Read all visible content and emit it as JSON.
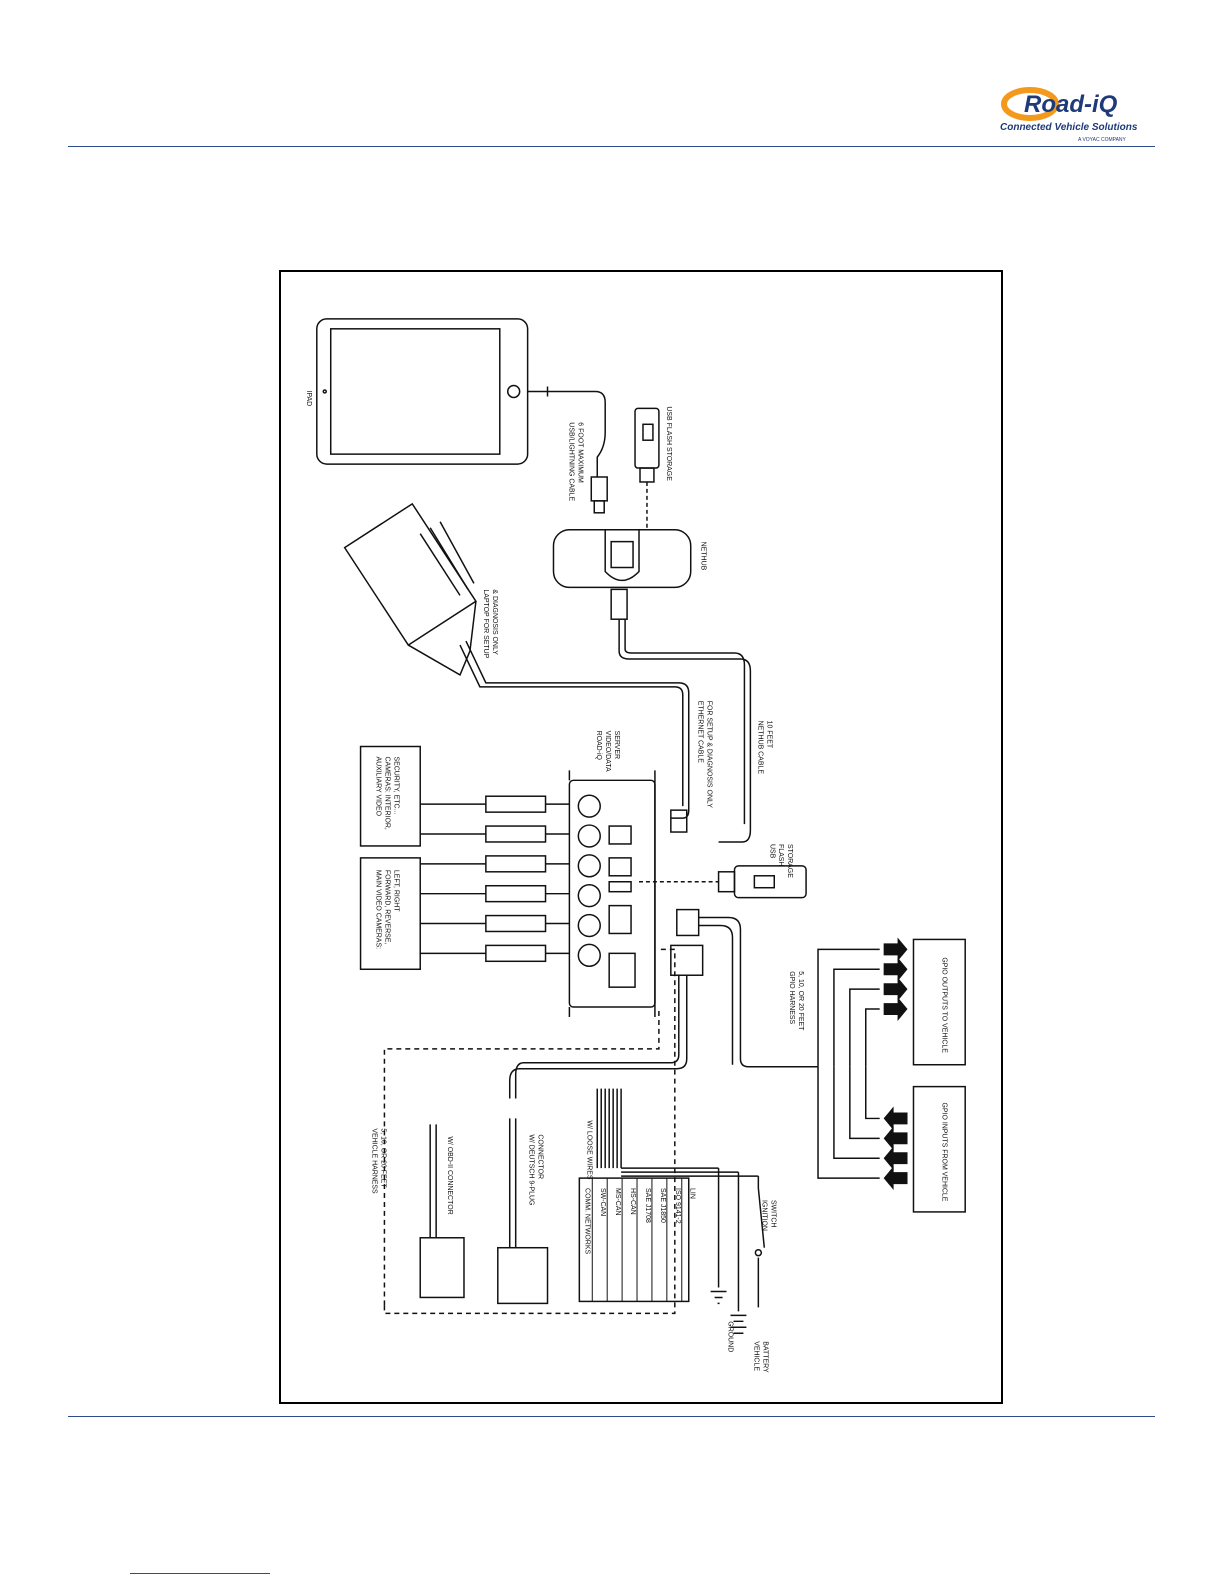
{
  "header": {
    "logo": {
      "brand": "Road-iQ",
      "tagline": "Connected Vehicle Solutions",
      "sub": "A VOYAC COMPANY",
      "colors": {
        "orange": "#f39a1e",
        "navy": "#1f3a7a"
      }
    }
  },
  "diagram": {
    "labels": {
      "ipad": "IPAD",
      "usb_lightning": "USB/LIGHTNING CABLE",
      "usb_lightning_length": "6 FOOT MAXIMUM",
      "usb_flash_top": "USB FLASH STORAGE",
      "nethub": "NETHUB",
      "laptop_1": "LAPTOP FOR SETUP",
      "laptop_2": "& DIAGNOSIS ONLY",
      "ethernet_1": "ETHERNET CABLE",
      "ethernet_2": "FOR SETUP & DIAGNOSIS ONLY",
      "nethub_cable_1": "NETHUB CABLE",
      "nethub_cable_2": "10 FEET",
      "server_1": "ROAD-iQ",
      "server_2": "VIDEO/DATA",
      "server_3": "SERVER",
      "aux_1": "AUXILIARY VIDEO",
      "aux_2": "CAMERAS: INTERIOR,",
      "aux_3": "SECURITY, ETC...",
      "main_1": "MAIN VIDEO CAMERAS:",
      "main_2": "FORWARD, REVERSE,",
      "main_3": "LEFT, RIGHT",
      "usb_flash_1": "USB",
      "usb_flash_2": "FLASH",
      "usb_flash_3": "STORAGE",
      "gpio_harness_1": "GPIO HARNESS",
      "gpio_harness_2": "5, 10, OR 20 FEET",
      "gpio_outputs": "GPIO OUTPUTS TO VEHICLE",
      "gpio_inputs": "GPIO INPUTS FROM VEHICLE",
      "vehicle_harness_1": "VEHICLE HARNESS",
      "vehicle_harness_2": "5, 10, OR 20 FEET",
      "obd": "W/ OBD-II CONNECTOR",
      "deutsch_1": "W/ DEUTSCH 9-PLUG",
      "deutsch_2": "CONNECTOR",
      "loose": "W/ LOOSE WIRES",
      "comm_title": "COMM. NETWORKS",
      "ground": "GROUND",
      "battery_1": "VEHICLE",
      "battery_2": "BATTERY",
      "ignition_1": "IGNITION",
      "ignition_2": "SWITCH"
    },
    "comm_networks": [
      "SW-CAN",
      "MS-CAN",
      "HS-CAN",
      "SAE J1708",
      "SAE J1850",
      "ISO 9141-2",
      "LIN"
    ]
  }
}
